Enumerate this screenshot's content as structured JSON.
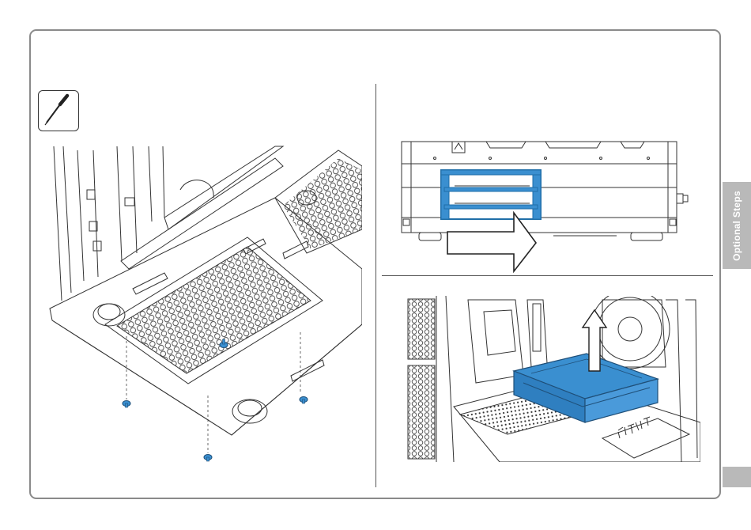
{
  "sidebar": {
    "section_tab_label": "Optional Steps"
  },
  "icons": {
    "tool": "screwdriver-icon",
    "arrow_push": "arrow-right-icon",
    "arrow_lift": "arrow-up-icon"
  },
  "colors": {
    "accent": "#3a8fd0",
    "accent_dark": "#1f6ea8",
    "line": "#333333",
    "frame": "#8a8a8a",
    "tab": "#b9b9b9"
  },
  "illustrations": {
    "left": "case-bottom-screw-removal",
    "top_right": "drive-cage-slide-out",
    "bottom_right": "drive-cage-lift-out"
  }
}
